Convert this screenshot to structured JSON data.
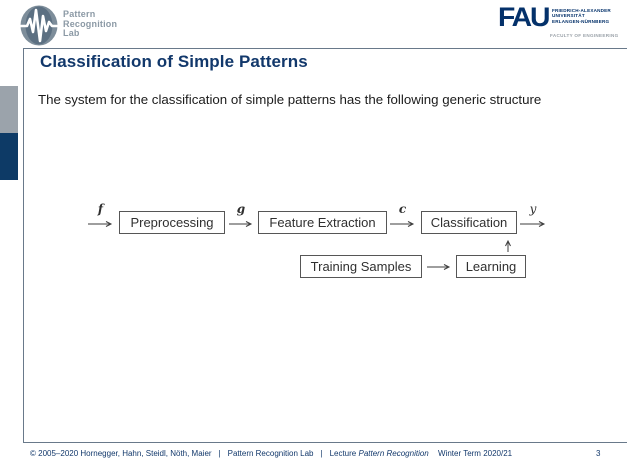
{
  "branding": {
    "prl_logo_lines": [
      "Pattern",
      "Recognition",
      "Lab"
    ],
    "fau_wordmark": "FAU",
    "fau_name_lines": [
      "FRIEDRICH-ALEXANDER",
      "UNIVERSITÄT",
      "ERLANGEN-NÜRNBERG"
    ],
    "fau_faculty": "FACULTY OF ENGINEERING"
  },
  "slide": {
    "title": "Classification of Simple Patterns",
    "body_text": "The system for the classification of simple patterns has the following generic structure"
  },
  "diagram": {
    "boxes": [
      {
        "id": "preprocessing",
        "label": "Preprocessing"
      },
      {
        "id": "feature-extraction",
        "label": "Feature Extraction"
      },
      {
        "id": "classification",
        "label": "Classification"
      },
      {
        "id": "training-samples",
        "label": "Training Samples"
      },
      {
        "id": "learning",
        "label": "Learning"
      }
    ],
    "arrow_labels": {
      "input": "f",
      "after_preprocessing": "g",
      "after_feature_extraction": "c",
      "output": "y"
    }
  },
  "footer": {
    "copyright": "© 2005–2020 Hornegger, Hahn, Steidl, Nöth, Maier",
    "separator": "|",
    "lab": "Pattern Recognition Lab",
    "lecture_prefix": "Lecture",
    "lecture_name": "Pattern Recognition",
    "term": "Winter Term 2020/21",
    "page_number": "3"
  },
  "colors": {
    "fau_blue": "#04316a",
    "title_blue": "#12386b",
    "sidebar_gray": "#9ba3ab",
    "sidebar_blue": "#0d3a66",
    "frame_border": "#69798a",
    "diagram_line": "#3d3d3d"
  }
}
